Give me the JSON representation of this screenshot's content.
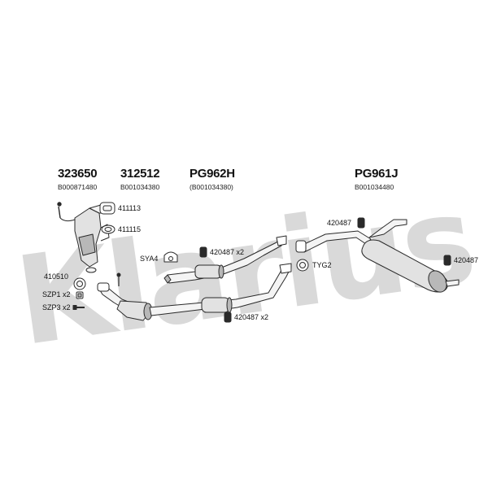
{
  "watermark": {
    "text": "Klarius",
    "color": "#d9d9d9"
  },
  "ink": {
    "stroke": "#2a2a2a",
    "fill_light": "#f4f4f4",
    "fill_mid": "#e2e2e2",
    "fill_dark": "#b8b8b8"
  },
  "main_parts": [
    {
      "code": "323650",
      "ref": "B000871480"
    },
    {
      "code": "312512",
      "ref": "B001034380"
    },
    {
      "code": "PG962H",
      "ref": "(B001034380)"
    },
    {
      "code": "PG961J",
      "ref": "B001034480"
    }
  ],
  "fittings": {
    "f411113": "411113",
    "f411115": "411115",
    "f420487_front_pipe": "420487  x2",
    "fSYA4": "SYA4",
    "f420487_lower": "420487  x2",
    "f420487_rear_left": "420487",
    "fTYG2": "TYG2",
    "f420487_rear_right": "420487",
    "f410510": "410510",
    "fSZP1": "SZP1 x2",
    "fSZP3": "SZP3 x2"
  }
}
